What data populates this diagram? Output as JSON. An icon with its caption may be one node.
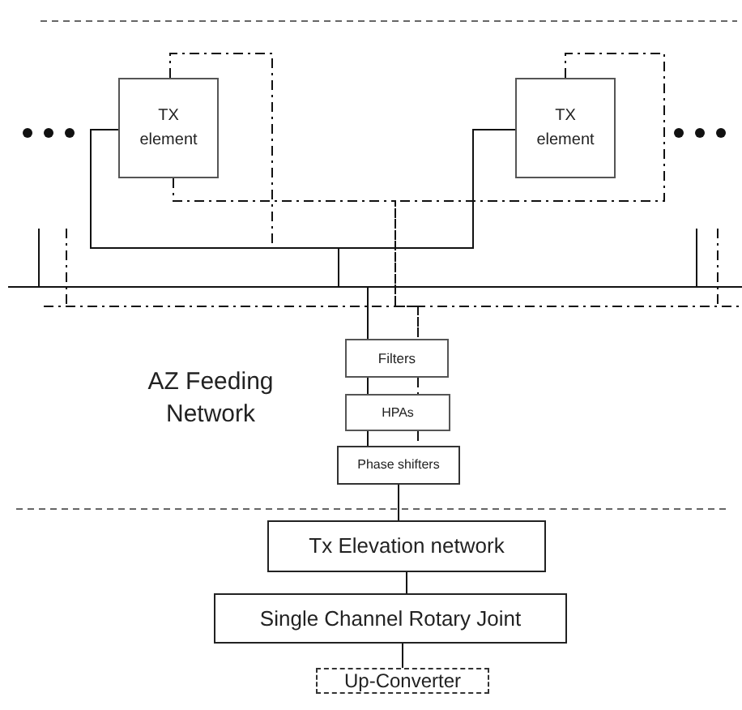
{
  "diagram": {
    "nodes": [
      {
        "text": [
          "TX element"
        ]
      },
      {
        "text": [
          "TX element"
        ]
      },
      {
        "text": [
          "Filters"
        ]
      },
      {
        "text": [
          "HPAs"
        ]
      },
      {
        "text": [
          "Phase shifters"
        ]
      },
      {
        "text": [
          "Tx Elevation network"
        ]
      },
      {
        "text": [
          "Single Channel Rotary Joint"
        ]
      },
      {
        "text": [
          "Up-Converter"
        ]
      }
    ],
    "edges": [
      {
        "from": 0,
        "to": 2,
        "arrow": "none"
      },
      {
        "from": 1,
        "to": 2,
        "arrow": "none"
      },
      {
        "from": 0,
        "to": 2,
        "arrow": "none",
        "style": "dashed"
      },
      {
        "from": 1,
        "to": 2,
        "arrow": "none",
        "style": "dashed"
      },
      {
        "from": 2,
        "to": 3,
        "arrow": "none",
        "style": "dashed"
      },
      {
        "from": 3,
        "to": 4,
        "arrow": "none",
        "style": "dashed"
      },
      {
        "from": 2,
        "to": 3,
        "arrow": "none"
      },
      {
        "from": 3,
        "to": 4,
        "arrow": "none"
      },
      {
        "from": 4,
        "to": 5,
        "arrow": "none"
      },
      {
        "from": 5,
        "to": 6,
        "arrow": "none"
      },
      {
        "from": 6,
        "to": 7,
        "arrow": "none"
      }
    ],
    "labels": [
      "AZ Feeding Network"
    ]
  }
}
